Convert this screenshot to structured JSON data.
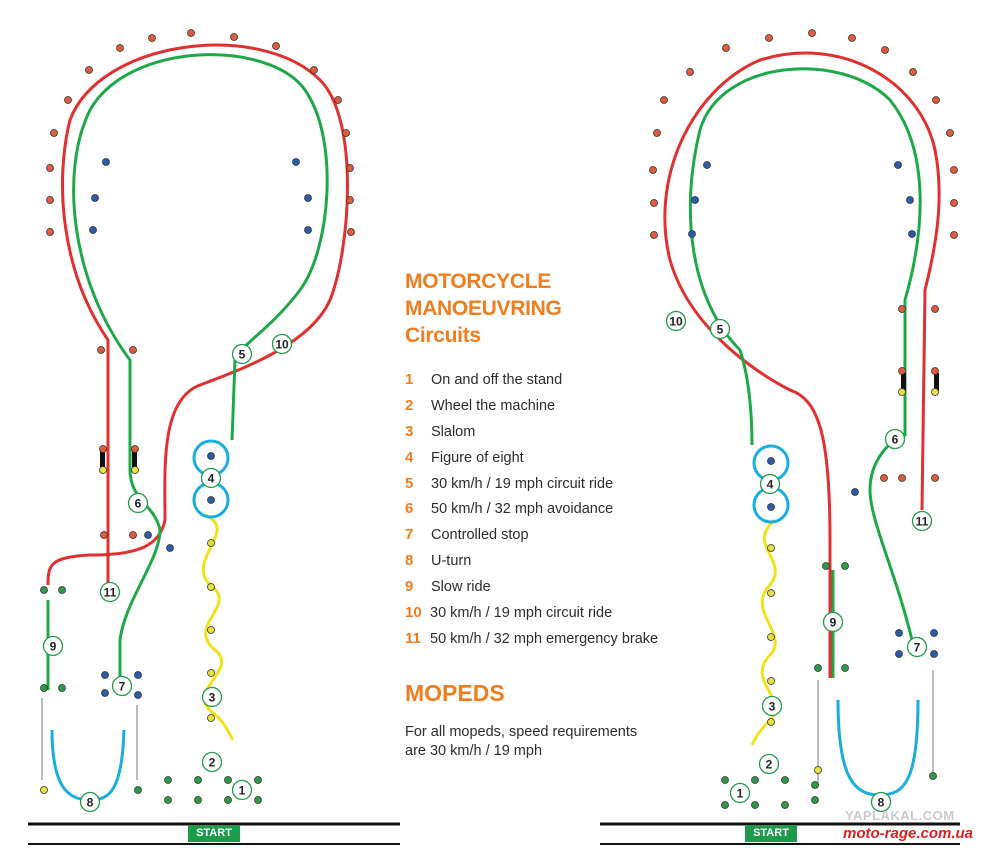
{
  "title_lines": [
    "MOTORCYCLE",
    "MANOEUVRING",
    "Circuits"
  ],
  "items": [
    {
      "num": "1",
      "label": "On and off the stand"
    },
    {
      "num": "2",
      "label": "Wheel the machine"
    },
    {
      "num": "3",
      "label": "Slalom"
    },
    {
      "num": "4",
      "label": "Figure of eight"
    },
    {
      "num": "5",
      "label": "30 km/h / 19 mph circuit ride"
    },
    {
      "num": "6",
      "label": "50 km/h / 32 mph avoidance"
    },
    {
      "num": "7",
      "label": "Controlled stop"
    },
    {
      "num": "8",
      "label": "U-turn"
    },
    {
      "num": "9",
      "label": "Slow ride"
    },
    {
      "num": "10",
      "label": "30 km/h / 19 mph circuit ride"
    },
    {
      "num": "11",
      "label": "50 km/h / 32 mph emergency brake"
    }
  ],
  "mopeds_title": "MOPEDS",
  "mopeds_text": [
    "For all mopeds, speed requirements",
    "are 30 km/h / 19 mph"
  ],
  "start_label": "START",
  "watermark_top": "YAPLAKAL.COM",
  "watermark_bottom": "moto-rage.com.ua",
  "colors": {
    "accent": "#f07d1e",
    "route_red": "#e03030",
    "route_green": "#1ea84a",
    "route_yellow": "#f2e21a",
    "route_blue": "#1aaee0",
    "cone_red": "#e05a3c",
    "cone_blue": "#2a5ca8",
    "cone_green": "#2e9a48",
    "cone_yellow": "#e8e040",
    "start_bg": "#1e9a4b"
  },
  "markers": {
    "left": [
      "1",
      "2",
      "3",
      "4",
      "5",
      "6",
      "7",
      "8",
      "9",
      "10",
      "11"
    ],
    "right": [
      "1",
      "2",
      "3",
      "4",
      "5",
      "6",
      "7",
      "8",
      "9",
      "10",
      "11"
    ]
  }
}
